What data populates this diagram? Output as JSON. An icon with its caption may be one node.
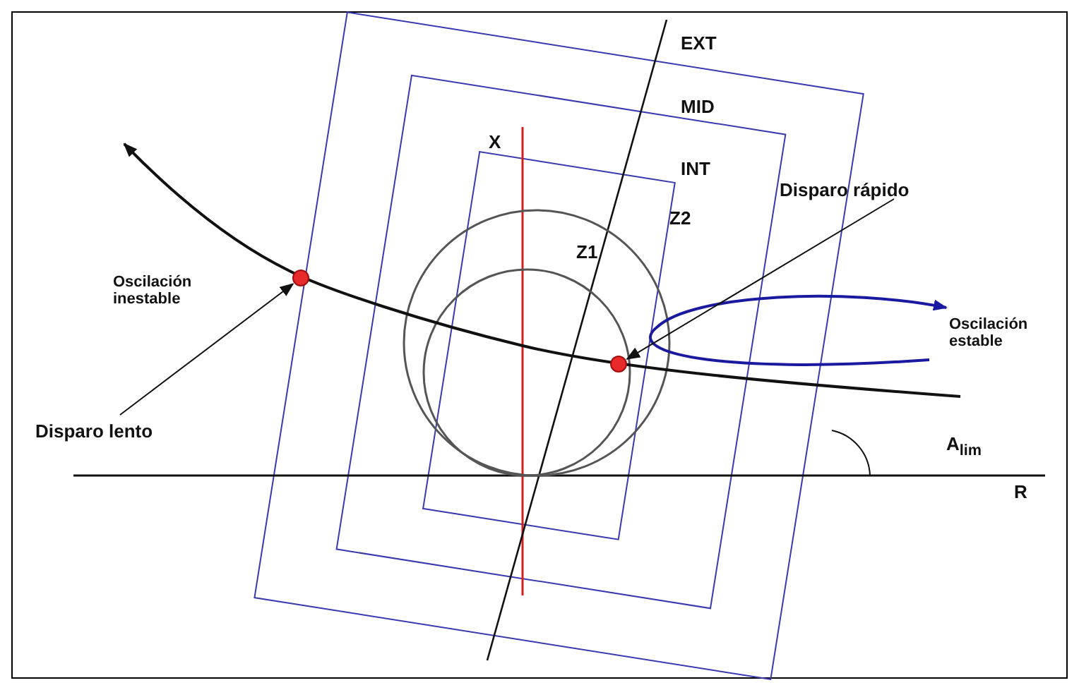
{
  "diagram": {
    "nodes": [
      {
        "text": [
          "Disparo lento"
        ]
      },
      {
        "text": [],
        "shape": "circle"
      },
      {
        "text": [
          "Disparo rápido"
        ]
      },
      {
        "text": [],
        "shape": "circle"
      }
    ],
    "edges": [
      {
        "from": 0,
        "to": 1,
        "arrow": "to"
      },
      {
        "from": 2,
        "to": 3,
        "arrow": "to"
      }
    ],
    "labels": [
      "EXT",
      "MID",
      "X",
      "INT",
      "Z2",
      "Z1",
      "Oscilación inestable",
      "Oscilación estable",
      "A$_{lim}$",
      "R"
    ]
  }
}
